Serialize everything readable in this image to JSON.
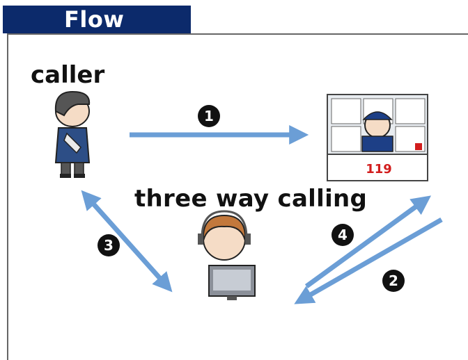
{
  "header": {
    "title": "Flow"
  },
  "labels": {
    "caller": "caller",
    "three_way_calling": "three way calling",
    "sign_119": "119"
  },
  "steps": [
    {
      "number": "1",
      "from": "caller",
      "to": "119-dispatcher"
    },
    {
      "number": "2",
      "from": "119-dispatcher",
      "to": "operator"
    },
    {
      "number": "3",
      "from": "operator",
      "to": "caller",
      "bidirectional": true
    },
    {
      "number": "4",
      "from": "operator",
      "to": "119-dispatcher"
    }
  ],
  "colors": {
    "header_bg": "#0c2a6b",
    "arrow": "#6b9ed6",
    "badge_bg": "#111111",
    "sign_text": "#d21d1d"
  },
  "icons": [
    "caller-person-icon",
    "dispatcher-119-icon",
    "operator-headset-icon"
  ]
}
